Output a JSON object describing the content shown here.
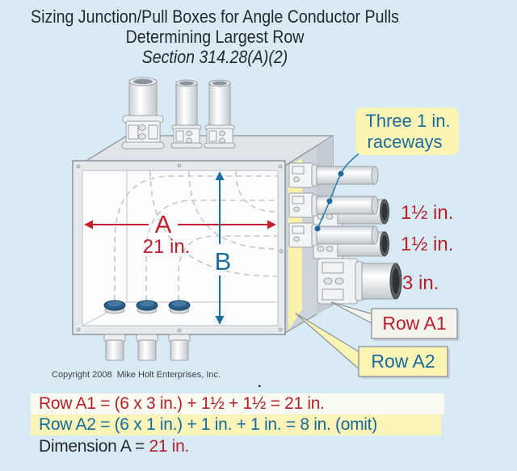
{
  "title": {
    "line1": "Sizing Junction/Pull Boxes for Angle Conductor Pulls",
    "line2": "Determining Largest Row",
    "line3": "Section 314.28(A)(2)"
  },
  "diagram": {
    "dimension_a": {
      "letter": "A",
      "value": "21 in."
    },
    "dimension_b": {
      "letter": "B"
    },
    "raceways_callout": {
      "line1": "Three 1 in.",
      "line2": "raceways"
    },
    "side_labels": [
      "1½ in.",
      "1½ in.",
      "3 in."
    ],
    "row_a1_label": "Row A1",
    "row_a2_label": "Row A2"
  },
  "footer": {
    "copyright": "Copyright 2008  Mike Holt Enterprises, Inc.",
    "stray_dot": ".",
    "formula_row_a1": "Row A1 = (6 x 3 in.) + 1½ + 1½ = 21 in.",
    "formula_row_a2": "Row A2 = (6 x 1 in.) + 1 in. + 1 in. = 8 in. (omit)",
    "dimension_label": "Dimension A = ",
    "dimension_value": "21 in."
  },
  "colors": {
    "background": "#d8ebf4",
    "accent_red": "#c22030",
    "accent_blue": "#1c6b9e",
    "highlight_yellow": "#f8f2ab",
    "callout_yellow": "#fbf5b5",
    "box_gray": "#dfe4e9"
  }
}
